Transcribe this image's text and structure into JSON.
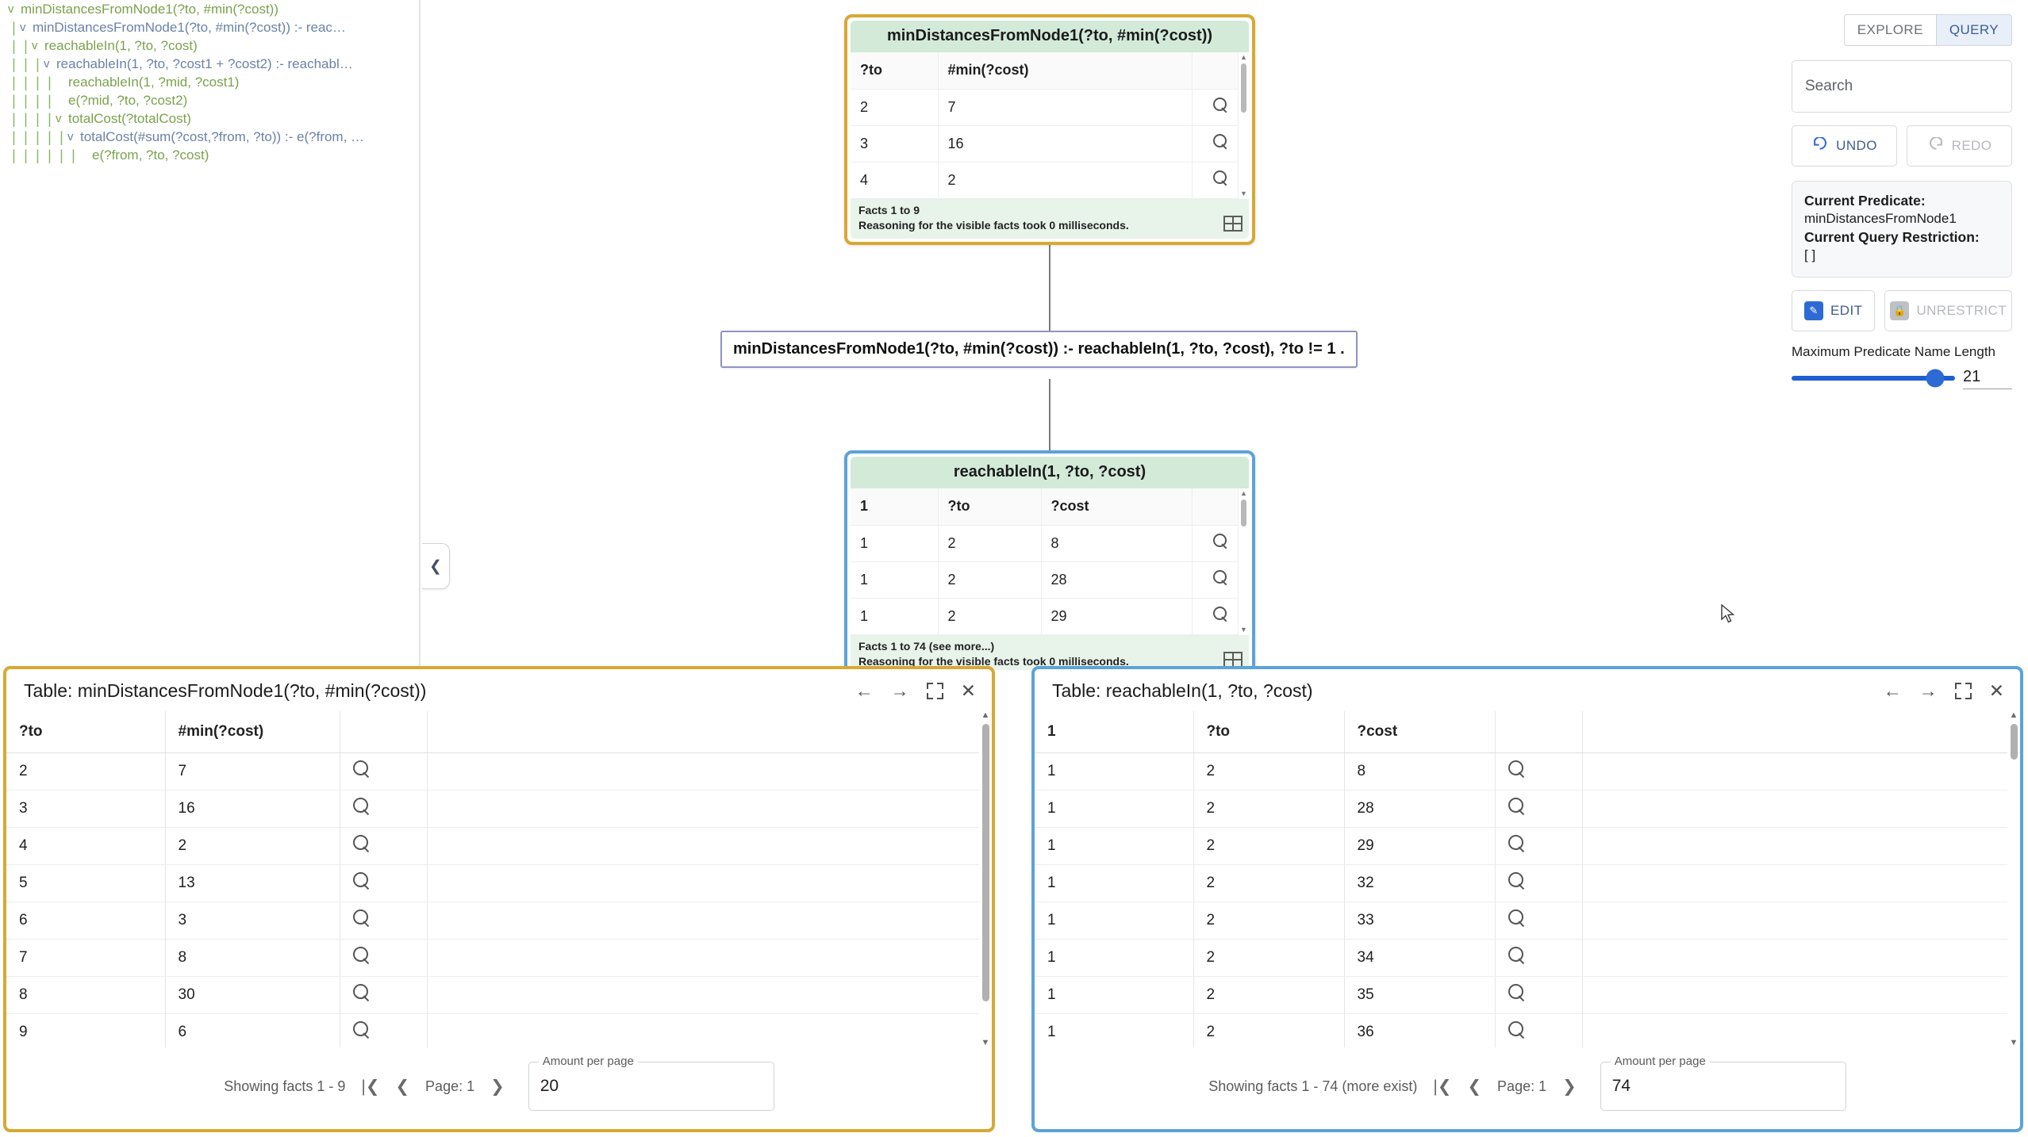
{
  "tree": {
    "items": [
      {
        "depth": 0,
        "caret": "v",
        "label": "minDistancesFromNode1(?to, #min(?cost))",
        "color": "green"
      },
      {
        "depth": 1,
        "caret": "v",
        "label": "minDistancesFromNode1(?to, #min(?cost)) :- reac…",
        "color": "blue"
      },
      {
        "depth": 2,
        "caret": "v",
        "label": "reachableIn(1, ?to, ?cost)",
        "color": "green"
      },
      {
        "depth": 3,
        "caret": "v",
        "label": "reachableIn(1, ?to, ?cost1 + ?cost2) :- reachabl…",
        "color": "blue"
      },
      {
        "depth": 4,
        "caret": "",
        "label": "reachableIn(1, ?mid, ?cost1)",
        "color": "green"
      },
      {
        "depth": 4,
        "caret": "",
        "label": "e(?mid, ?to, ?cost2)",
        "color": "green"
      },
      {
        "depth": 4,
        "caret": "v",
        "label": "totalCost(?totalCost)",
        "color": "green"
      },
      {
        "depth": 5,
        "caret": "v",
        "label": "totalCost(#sum(?cost,?from, ?to)) :- e(?from, …",
        "color": "blue"
      },
      {
        "depth": 6,
        "caret": "",
        "label": "e(?from, ?to, ?cost)",
        "color": "green"
      }
    ]
  },
  "canvas": {
    "collapse_handle_icon": "chevron-left-icon",
    "top_node": {
      "title": "minDistancesFromNode1(?to, #min(?cost))",
      "columns": [
        "?to",
        "#min(?cost)",
        ""
      ],
      "rows": [
        [
          "2",
          "7"
        ],
        [
          "3",
          "16"
        ],
        [
          "4",
          "2"
        ]
      ],
      "footer_line1": "Facts 1 to 9",
      "footer_line2": "Reasoning for the visible facts took 0 milliseconds."
    },
    "rule": "minDistancesFromNode1(?to, #min(?cost)) :- reachableIn(1, ?to, ?cost), ?to != 1 .",
    "bottom_node": {
      "title": "reachableIn(1, ?to, ?cost)",
      "columns": [
        "1",
        "?to",
        "?cost",
        ""
      ],
      "rows": [
        [
          "1",
          "2",
          "8"
        ],
        [
          "1",
          "2",
          "28"
        ],
        [
          "1",
          "2",
          "29"
        ]
      ],
      "footer_line1": "Facts 1 to 74  (see more...)",
      "footer_line2": "Reasoning for the visible facts took 0 milliseconds."
    }
  },
  "sidebar": {
    "tabs": [
      {
        "label": "EXPLORE",
        "active": false
      },
      {
        "label": "QUERY",
        "active": true
      }
    ],
    "search_placeholder": "Search",
    "undo_label": "UNDO",
    "redo_label": "REDO",
    "current_predicate_title": "Current Predicate:",
    "current_predicate_value": "minDistancesFromNode1",
    "current_restriction_title": "Current Query Restriction:",
    "current_restriction_value": "[ ]",
    "edit_label": "EDIT",
    "unrestrict_label": "UNRESTRICT",
    "slider_label": "Maximum Predicate Name Length",
    "slider_value": "21"
  },
  "left_panel": {
    "title": "Table: minDistancesFromNode1(?to, #min(?cost))",
    "columns": [
      "?to",
      "#min(?cost)",
      "",
      ""
    ],
    "rows": [
      [
        "2",
        "7"
      ],
      [
        "3",
        "16"
      ],
      [
        "4",
        "2"
      ],
      [
        "5",
        "13"
      ],
      [
        "6",
        "3"
      ],
      [
        "7",
        "8"
      ],
      [
        "8",
        "30"
      ],
      [
        "9",
        "6"
      ]
    ],
    "showing_text": "Showing facts 1 - 9",
    "page_label": "Page: 1",
    "amount_legend": "Amount per page",
    "amount_value": "20"
  },
  "right_panel": {
    "title": "Table: reachableIn(1, ?to, ?cost)",
    "columns": [
      "1",
      "?to",
      "?cost",
      "",
      ""
    ],
    "rows": [
      [
        "1",
        "2",
        "8"
      ],
      [
        "1",
        "2",
        "28"
      ],
      [
        "1",
        "2",
        "29"
      ],
      [
        "1",
        "2",
        "32"
      ],
      [
        "1",
        "2",
        "33"
      ],
      [
        "1",
        "2",
        "34"
      ],
      [
        "1",
        "2",
        "35"
      ],
      [
        "1",
        "2",
        "36"
      ]
    ],
    "showing_text": "Showing facts 1 - 74 (more exist)",
    "page_label": "Page: 1",
    "amount_legend": "Amount per page",
    "amount_value": "74"
  },
  "colors": {
    "gold_selection": "#d7a933",
    "blue_selection": "#5ba3d9",
    "node_header_green": "#d3ead9",
    "accent_blue": "#2d6ad4",
    "tree_green": "#7aa24c",
    "tree_blue": "#6a82a8"
  }
}
